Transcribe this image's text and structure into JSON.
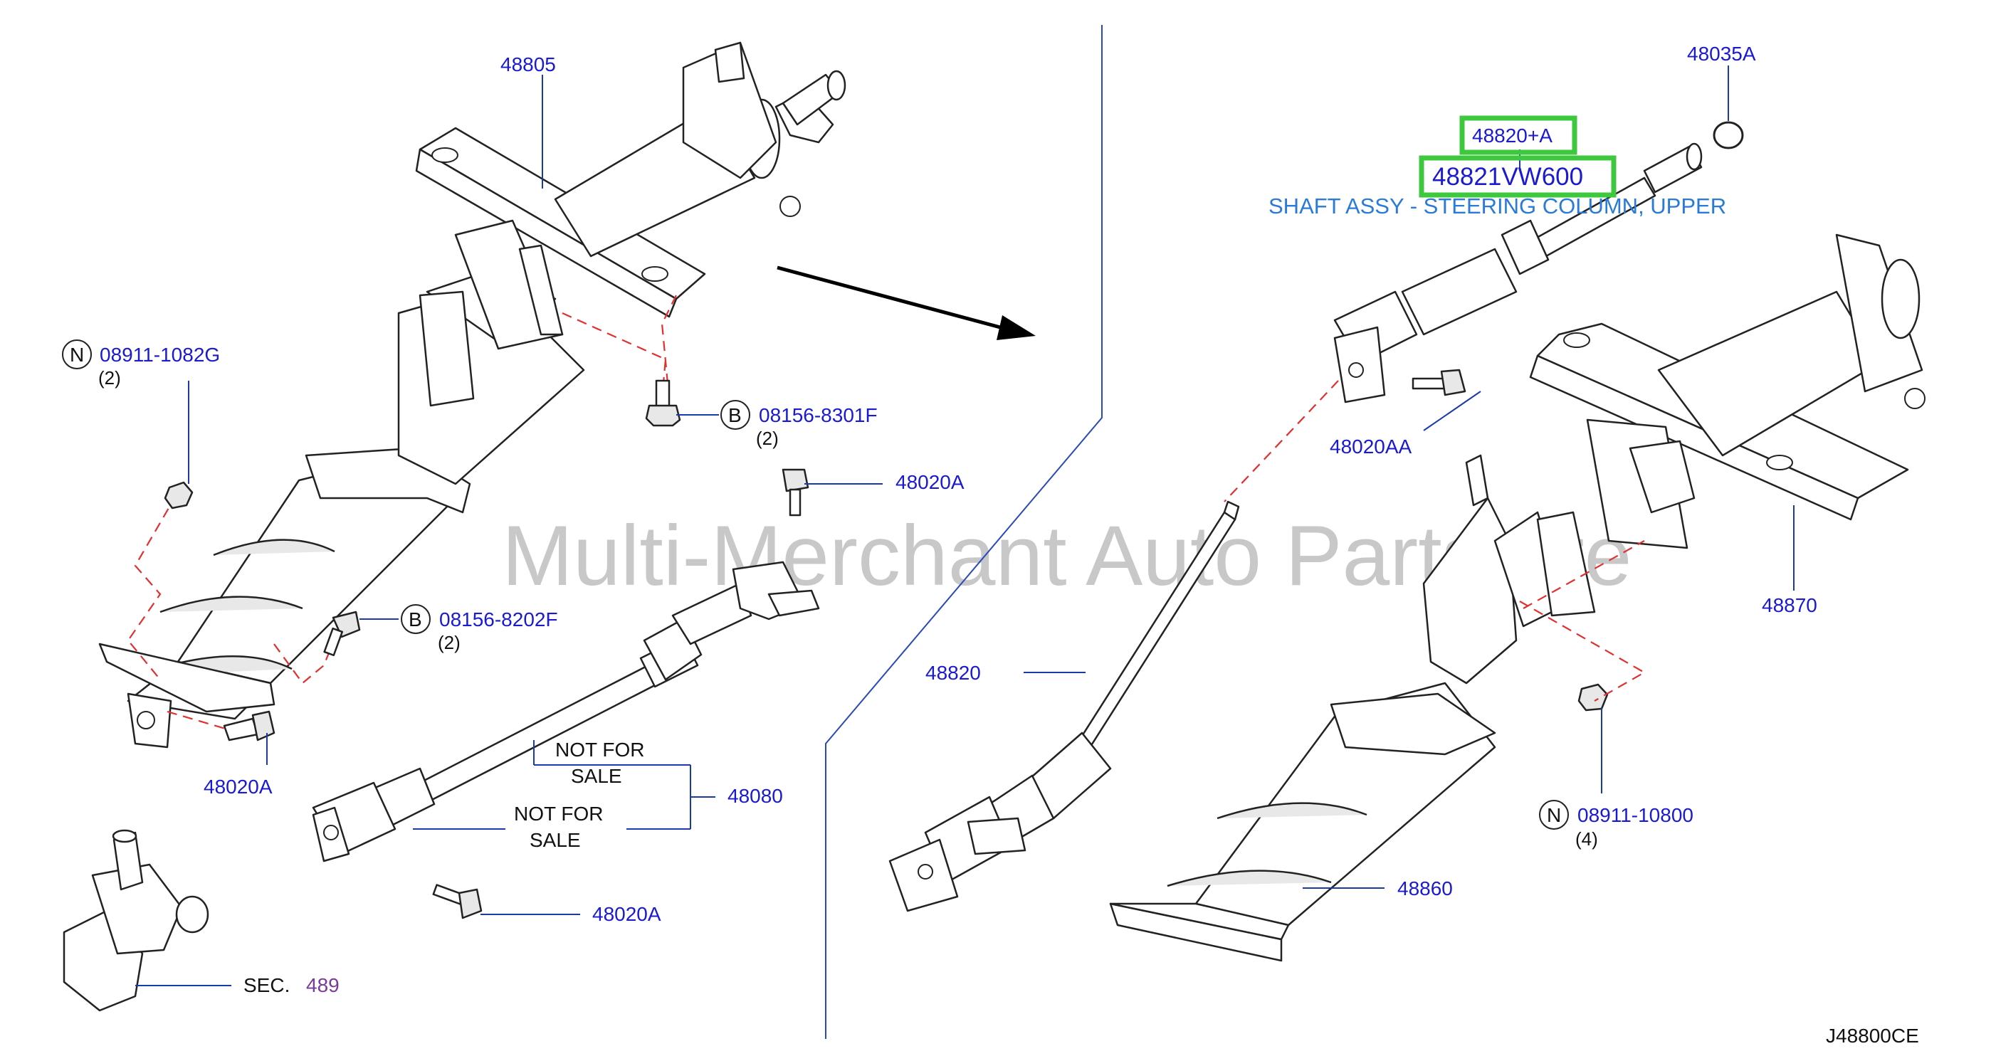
{
  "watermark": "Multi-Merchant Auto Partstore",
  "diagram_code": "J48800CE",
  "highlight": {
    "part_a": "48820+A",
    "part_b": "48821VW600",
    "description": "SHAFT ASSY - STEERING COLUMN, UPPER",
    "highlight_color": "#3ec83e"
  },
  "labels": {
    "p48805": "48805",
    "p48035a": "48035A",
    "n_prefix": "N",
    "b_prefix": "B",
    "p08911_1082g": "08911-1082G",
    "qty_2a": "(2)",
    "p08156_8301f": "08156-8301F",
    "qty_2b": "(2)",
    "p48020a_top": "48020A",
    "p08156_8202f": "08156-8202F",
    "qty_2c": "(2)",
    "p48020a_left": "48020A",
    "not_for": "NOT   FOR",
    "sale": "SALE",
    "not_for_2": "NOT   FOR",
    "sale_2": "SALE",
    "p48080": "48080",
    "p48020a_bottom": "48020A",
    "sec": "SEC.",
    "sec_num": "489",
    "p48020aa": "48020AA",
    "p48820": "48820",
    "p48870": "48870",
    "p08911_10800": "08911-10800",
    "qty_4": "(4)",
    "p48860": "48860"
  },
  "colors": {
    "part_number": "#1a1ad0",
    "leader": "#1a3aa8",
    "dashed_guide": "#e03030",
    "description": "#2a7ad8",
    "section_ref": "#7a3a9a"
  }
}
